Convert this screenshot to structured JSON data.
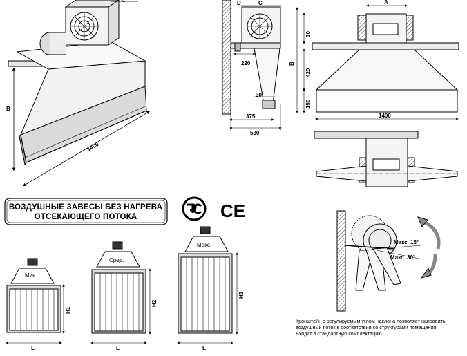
{
  "title": {
    "line1": "ВОЗДУШНЫЕ ЗАВЕСЫ БЕЗ НАГРЕВА",
    "line2": "ОТСЕКАЮЩЕГО ПОТОКА"
  },
  "certifications": {
    "rst": "РСТ",
    "ce": "CE"
  },
  "iso_view": {
    "dim_b": "B",
    "dim_c": "C",
    "dim_length": "1400"
  },
  "side_view": {
    "dim_d": "D",
    "dim_c": "C",
    "dim_220": "220",
    "dim_30": "30",
    "dim_375": "375",
    "dim_530": "530"
  },
  "front_view": {
    "dim_a": "A",
    "dim_30": "30",
    "dim_420": "420",
    "dim_150": "150",
    "dim_b": "B",
    "dim_length": "1400"
  },
  "sizes": [
    {
      "label": "Мин.",
      "height_dim": "H1",
      "width_dim": "L"
    },
    {
      "label": "Сред.",
      "height_dim": "H2",
      "width_dim": "L"
    },
    {
      "label": "Макс.",
      "height_dim": "H3",
      "width_dim": "L"
    }
  ],
  "tilt": {
    "max15": "Макс. 15°",
    "max30": "Макс. 30°"
  },
  "note": {
    "line1": "Кронштейн с регулируемым углом наклона позволяет направить",
    "line2": "воздушный поток в соответствии со структурами помещения.",
    "line3": "Входит в стандартную комплектацию."
  }
}
